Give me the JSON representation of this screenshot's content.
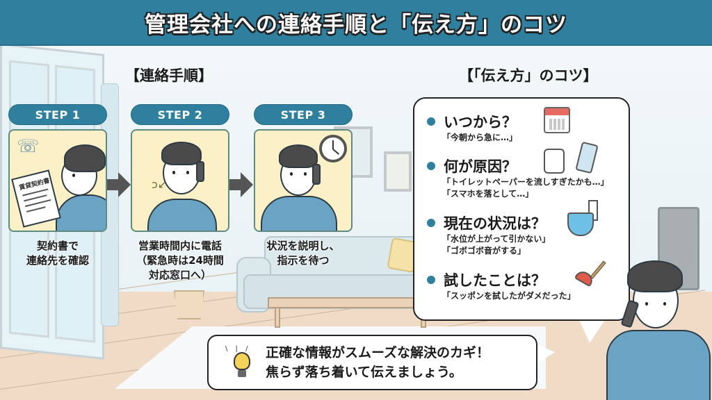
{
  "title": "管理会社への連絡手順と「伝え方」のコツ",
  "colors": {
    "header_bg": "#2f7f9f",
    "step_pill": "#2f7f9f",
    "step_card_bg": "#fbf0c6",
    "bullet": "#2f7f9f",
    "arrow": "#555555"
  },
  "procedure": {
    "heading": "【連絡手順】",
    "steps": [
      {
        "label": "STEP 1",
        "illustration": "person-reading-contract",
        "doc_title": "賃貸契約書",
        "caption_lines": [
          "契約書で",
          "連絡先を確認"
        ]
      },
      {
        "label": "STEP 2",
        "illustration": "person-calling",
        "caption_lines": [
          "営業時間内に電話",
          "（緊急時は24時間",
          "対応窓口へ）"
        ]
      },
      {
        "label": "STEP 3",
        "illustration": "person-explaining-with-clock",
        "caption_lines": [
          "状況を説明し、",
          "指示を待つ"
        ]
      }
    ]
  },
  "tips": {
    "heading": "【「伝え方」のコツ】",
    "items": [
      {
        "question": "いつから？",
        "examples": [
          "「今朝から急に…」"
        ],
        "icon": "calendar-icon"
      },
      {
        "question": "何が原因？",
        "examples": [
          "「トイレットペーパーを流しすぎたかも…」",
          "「スマホを落として…」"
        ],
        "icon": "toilet-paper-and-phone-icon"
      },
      {
        "question": "現在の状況は？",
        "examples": [
          "「水位が上がって引かない」",
          "「ゴボゴボ音がする」"
        ],
        "icon": "toilet-icon"
      },
      {
        "question": "試したことは？",
        "examples": [
          "「スッポンを試したがダメだった」"
        ],
        "icon": "plunger-icon"
      }
    ]
  },
  "message": {
    "icon": "lightbulb-icon",
    "lines": [
      "正確な情報がスムーズな解決のカギ！",
      "焦らず落ち着いて伝えましょう。"
    ]
  }
}
